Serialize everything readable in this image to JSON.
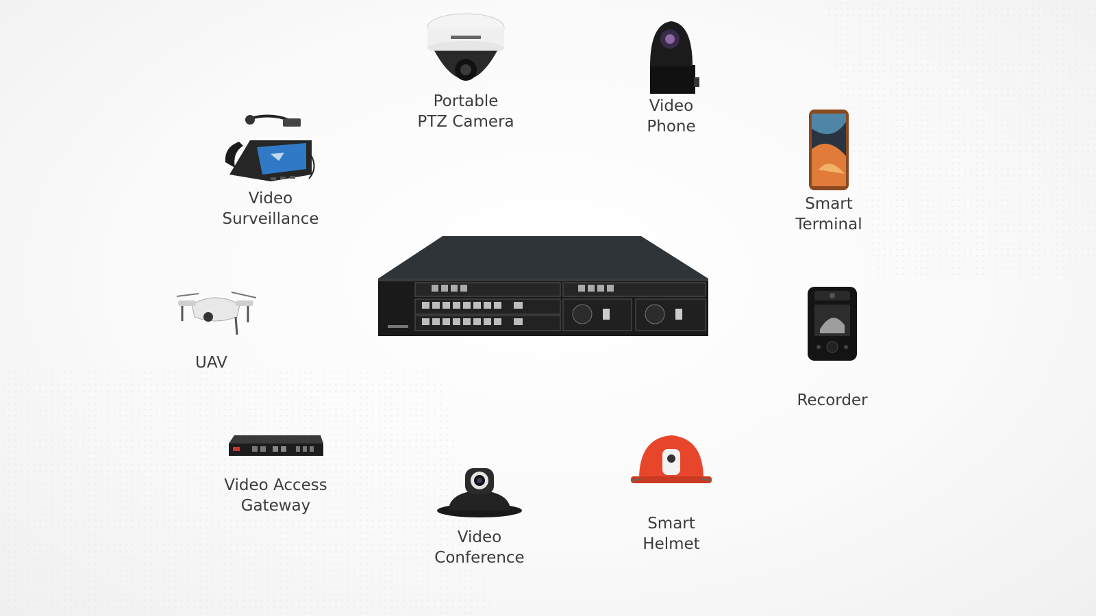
{
  "devices": {
    "ptz_camera": {
      "line1": "Portable",
      "line2": "PTZ Camera",
      "icon": "dome-camera-icon"
    },
    "video_phone": {
      "line1": "Video",
      "line2": "Phone",
      "icon": "ptz-camera-icon"
    },
    "video_surveillance": {
      "line1": "Video",
      "line2": "Surveillance",
      "icon": "desk-video-phone-icon"
    },
    "smart_terminal": {
      "line1": "Smart",
      "line2": "Terminal",
      "icon": "smartphone-icon"
    },
    "uav": {
      "line1": "UAV",
      "icon": "drone-icon"
    },
    "recorder": {
      "line1": "Recorder",
      "icon": "body-recorder-icon"
    },
    "video_access_gateway": {
      "line1": "Video Access",
      "line2": "Gateway",
      "icon": "gateway-box-icon"
    },
    "video_conference": {
      "line1": "Video",
      "line2": "Conference",
      "icon": "conference-camera-icon"
    },
    "smart_helmet": {
      "line1": "Smart",
      "line2": "Helmet",
      "icon": "helmet-icon"
    }
  },
  "center_device": {
    "icon": "server-chassis-icon"
  },
  "colors": {
    "label": "#3c3c3c",
    "chassis": "#1a1a1a",
    "helmet": "#e8462b"
  }
}
